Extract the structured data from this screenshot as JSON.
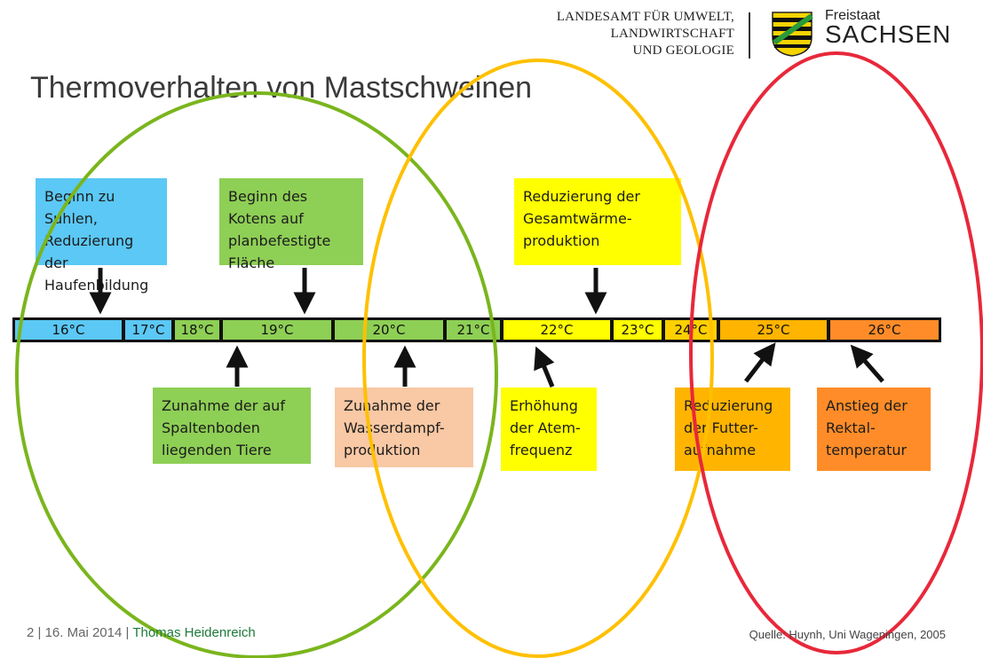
{
  "header": {
    "agency_lines": [
      "LANDESAMT FÜR UMWELT,",
      "LANDWIRTSCHAFT",
      "UND GEOLOGIE"
    ],
    "state_small": "Freistaat",
    "state_big": "SACHSEN"
  },
  "title": "Thermoverhalten von Mastschweinen",
  "temperature_scale": [
    "16°C",
    "17°C",
    "18°C",
    "19°C",
    "20°C",
    "21°C",
    "22°C",
    "23°C",
    "24°C",
    "25°C",
    "26°C"
  ],
  "boxes_top": [
    {
      "text": "Beginn zu Suhlen,\nReduzierung der\nHaufenbildung",
      "color": "#5bc8f5"
    },
    {
      "text": "Beginn des\nKotens auf\nplanbefestigte\nFläche",
      "color": "#8ecf55"
    },
    {
      "text": "Reduzierung der\nGesamtwärme-\nproduktion",
      "color": "#ffff00"
    }
  ],
  "boxes_bottom": [
    {
      "text": "Zunahme der auf\nSpaltenboden\nliegenden Tiere",
      "color": "#8ecf55"
    },
    {
      "text": "Zunahme der\nWasserdampf-\nproduktion",
      "color": "#f9c8a4"
    },
    {
      "text": "Erhöhung\nder Atem-\nfrequenz",
      "color": "#ffff00"
    },
    {
      "text": "Reduzierung\nder Futter-\naufnahme",
      "color": "#ffb400"
    },
    {
      "text": "Anstieg der\nRektal-\ntemperatur",
      "color": "#ff8c28"
    }
  ],
  "colors": {
    "blue": "#5bc8f5",
    "green": "#8ecf55",
    "yellow": "#ffff00",
    "orange": "#ffb400",
    "dark_orange": "#ff8c28",
    "ellipse_green": "#7ab51d",
    "ellipse_yellow": "#ffc000",
    "ellipse_red": "#e8283a"
  },
  "footer": {
    "page": "2",
    "sep1": "|",
    "date": "16. Mai 2014",
    "sep2": "|",
    "author": "Thomas Heidenreich",
    "source": "Quelle: Huynh, Uni Wageningen, 2005"
  }
}
